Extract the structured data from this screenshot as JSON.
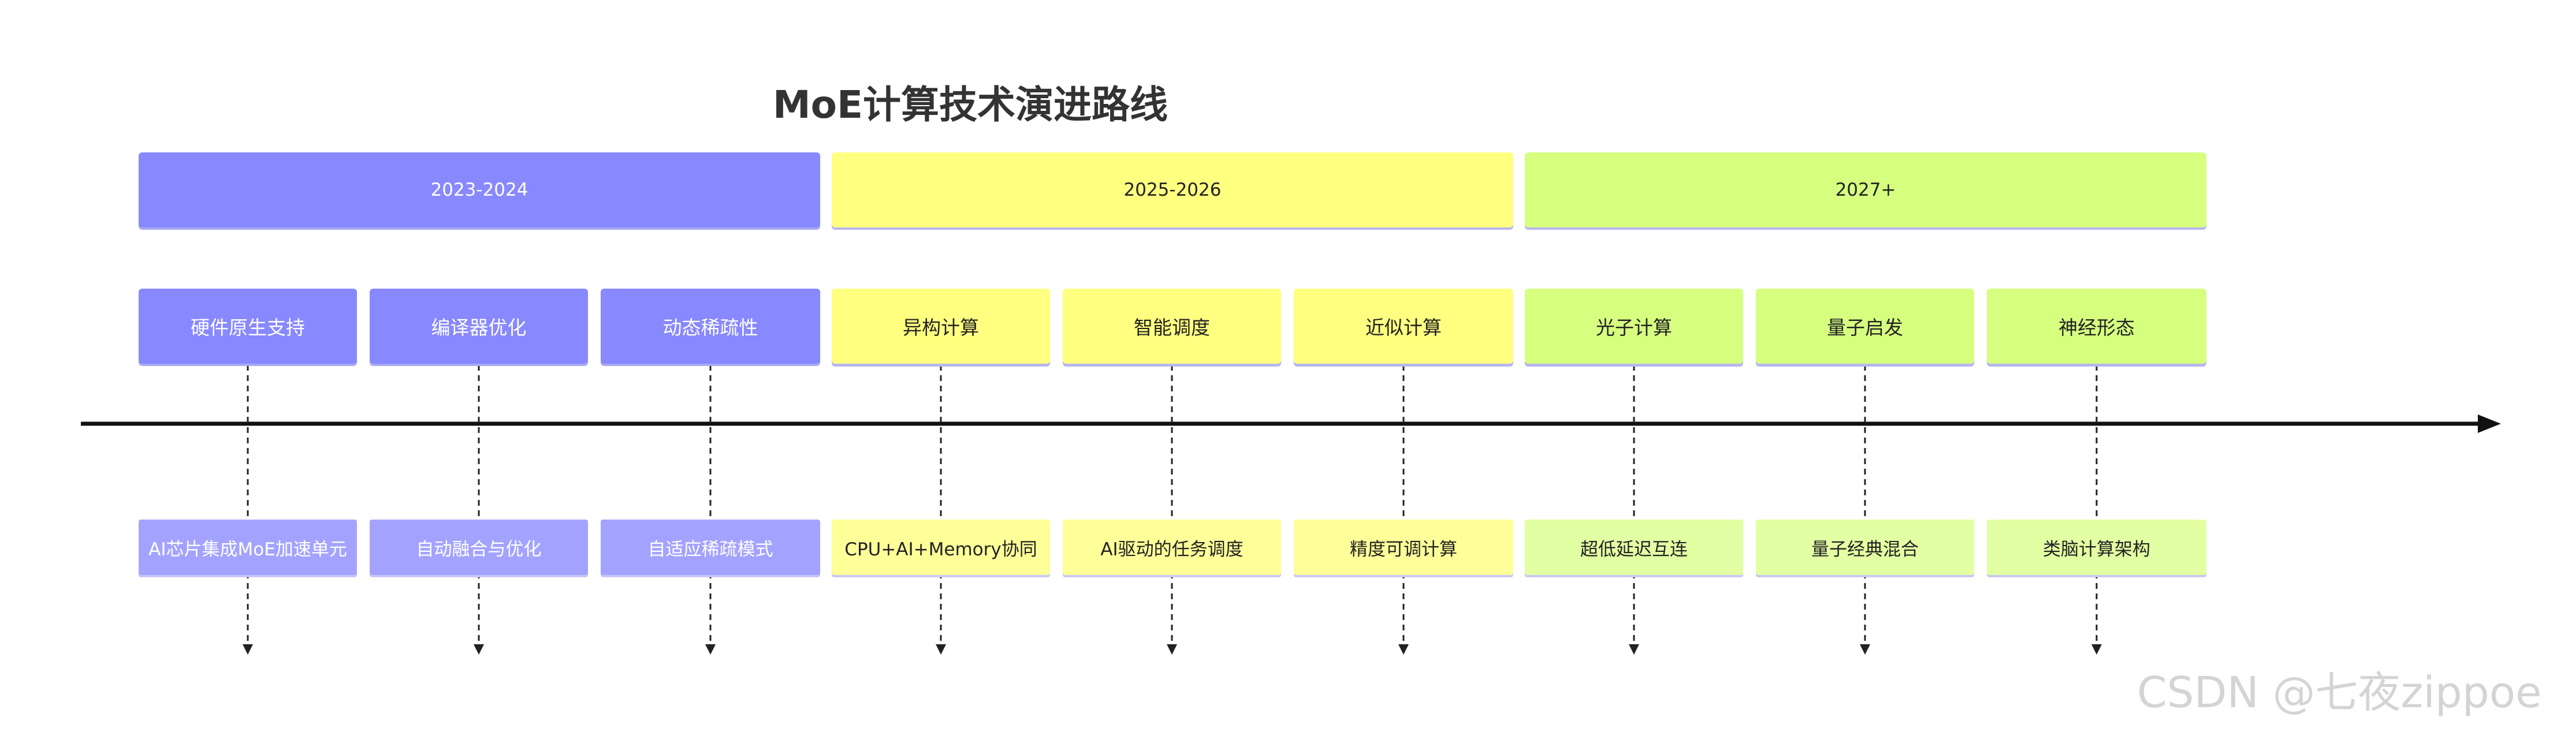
{
  "title": "MoE计算技术演进路线",
  "periods": [
    {
      "label": "2023-2024",
      "color": "#8888ff"
    },
    {
      "label": "2025-2026",
      "color": "#ffff80"
    },
    {
      "label": "2027+",
      "color": "#d6ff80"
    }
  ],
  "events": [
    {
      "period": 0,
      "topic": "硬件原生支持",
      "detail": "AI芯片集成MoE加速单元"
    },
    {
      "period": 0,
      "topic": "编译器优化",
      "detail": "自动融合与优化"
    },
    {
      "period": 0,
      "topic": "动态稀疏性",
      "detail": "自适应稀疏模式"
    },
    {
      "period": 1,
      "topic": "异构计算",
      "detail": "CPU+AI+Memory协同"
    },
    {
      "period": 1,
      "topic": "智能调度",
      "detail": "AI驱动的任务调度"
    },
    {
      "period": 1,
      "topic": "近似计算",
      "detail": "精度可调计算"
    },
    {
      "period": 2,
      "topic": "光子计算",
      "detail": "超低延迟互连"
    },
    {
      "period": 2,
      "topic": "量子启发",
      "detail": "量子经典混合"
    },
    {
      "period": 2,
      "topic": "神经形态",
      "detail": "类脑计算架构"
    }
  ],
  "watermark": "CSDN @七夜zippoe"
}
